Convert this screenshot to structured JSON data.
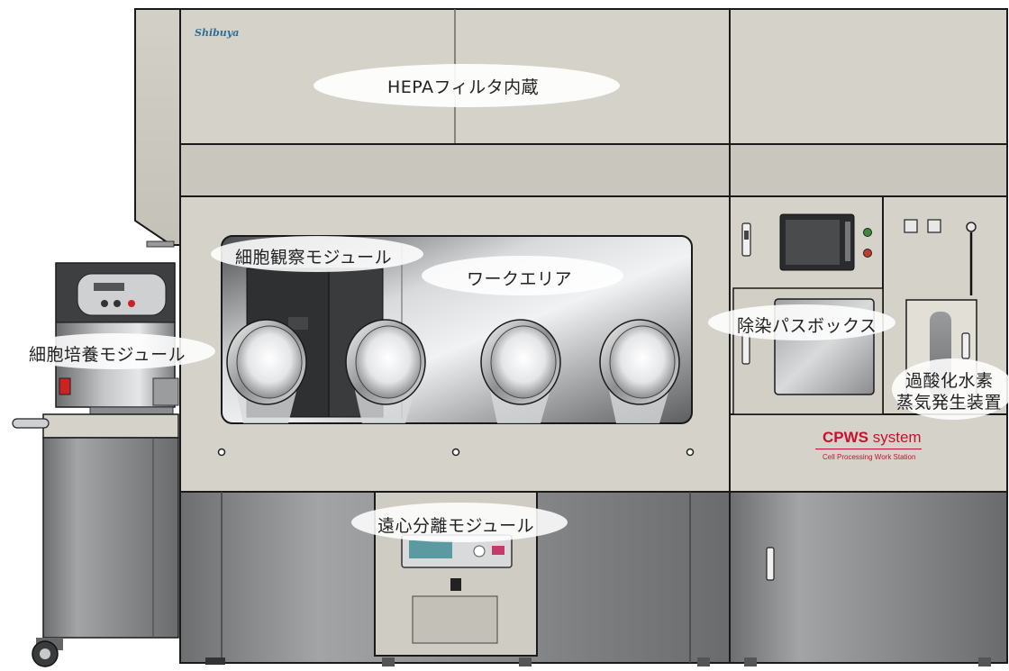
{
  "brand": {
    "logo_text": "Shibuya",
    "product_title": "CPWS",
    "product_title_suffix": "system",
    "product_subtitle": "Cell Processing Work Station"
  },
  "labels": {
    "hepa": "HEPAフィルタ内蔵",
    "observation_module": "細胞観察モジュール",
    "work_area": "ワークエリア",
    "culture_module": "細胞培養モジュール",
    "decon_passbox": "除染パスボックス",
    "h2o2_line1": "過酸化水素",
    "h2o2_line2": "蒸気発生装置",
    "centrifuge_module": "遠心分離モジュール"
  },
  "colors": {
    "panel_light": "#d5d3c9",
    "panel_mid": "#c9c7bd",
    "panel_lower": "#8f9092",
    "outline": "#1a1a1a",
    "brand_red": "#c8102e",
    "logo_blue": "#2d6f9a"
  }
}
